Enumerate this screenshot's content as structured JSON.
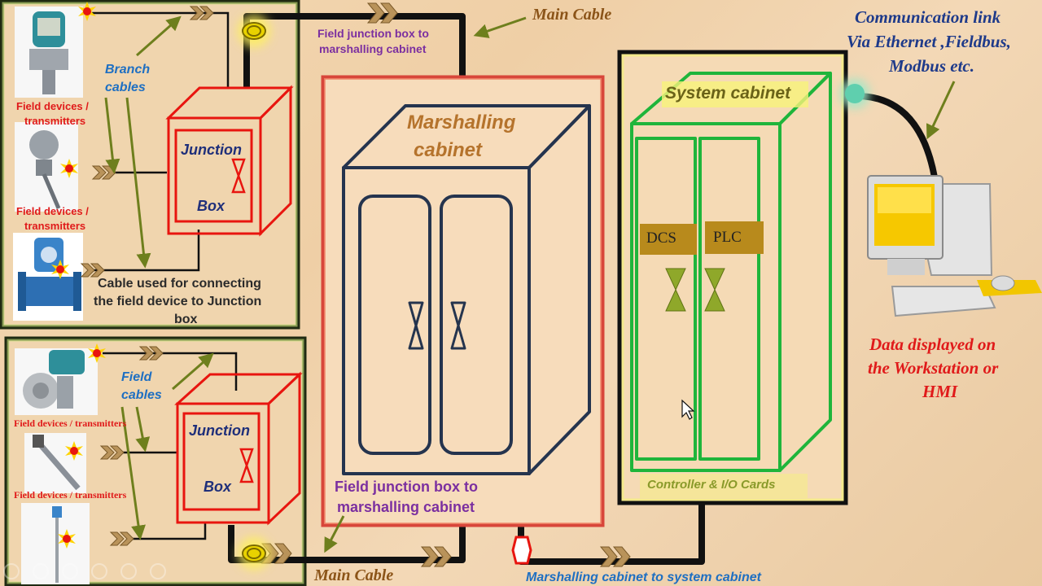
{
  "labels": {
    "main_cable_top": "Main Cable",
    "main_cable_bottom": "Main Cable",
    "jb_to_mc_top_line1": "Field junction box to",
    "jb_to_mc_top_line2": "marshalling cabinet",
    "jb_to_mc_bottom_line1": "Field junction box to",
    "jb_to_mc_bottom_line2": "marshalling cabinet",
    "branch_line1": "Branch",
    "branch_line2": "cables",
    "field_line1": "Field",
    "field_line2": "cables",
    "field_device_1_line1": "Field devices /",
    "field_device_1_line2": "transmitters",
    "field_device_2_line1": "Field devices /",
    "field_device_2_line2": "transmitters",
    "field_device_3": "Field devices / transmitters",
    "field_device_4": "Field devices / transmitters",
    "jb_top_line1": "Junction",
    "jb_top_line2": "Box",
    "jb_bottom_line1": "Junction",
    "jb_bottom_line2": "Box",
    "cable_used_line1": "Cable used for connecting",
    "cable_used_line2": "the field device to Junction",
    "cable_used_line3": "box",
    "marshalling_line1": "Marshalling",
    "marshalling_line2": "cabinet",
    "system_cabinet": "System cabinet",
    "dcs": "DCS",
    "plc": "PLC",
    "controller_io": "Controller & I/O Cards",
    "comm_line1": "Communication link",
    "comm_line2": "Via Ethernet ,Fieldbus,",
    "comm_line3": "Modbus etc.",
    "data_line1": "Data displayed on",
    "data_line2": "the Workstation or",
    "data_line3": "HMI",
    "mc_to_sys": "Marshalling cabinet to system cabinet"
  },
  "colors": {
    "panel_green": "#1f2a12",
    "junction_red": "#e8150f",
    "marshalling_navy": "#25344e",
    "system_green": "#1fb53b",
    "dcs_plc_box": "#b88a1c",
    "label_purple": "#7b2fa0",
    "label_blue": "#1e6fc2",
    "label_brown": "#8b5418",
    "label_red": "#e01a1a",
    "arrow_olive": "#6e7f1d"
  }
}
